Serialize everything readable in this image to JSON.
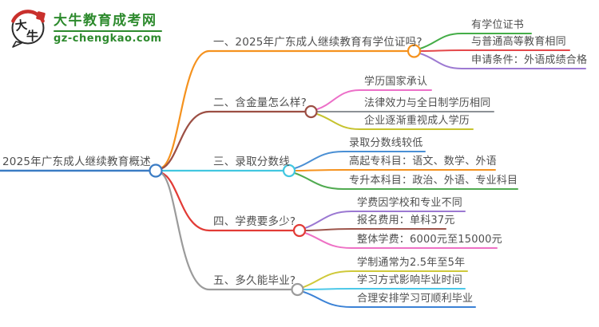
{
  "logo": {
    "badge_text_top": "大",
    "badge_text_bottom": "牛",
    "site_name": "大牛教育成考网",
    "site_url": "gz-chengkao.com",
    "brand_green": "#2d8a2d",
    "brand_red": "#c9302c",
    "badge_ink": "#222222"
  },
  "mindmap": {
    "text_color": "#4f4f4f",
    "root": {
      "label": "2025年广东成人继续教育概述",
      "color": "#3b7cc4"
    },
    "branches": [
      {
        "title": "一、2025年广东成人继续教育有学位证吗?",
        "color": "#f5921e",
        "children": [
          {
            "label": "有学位证书",
            "color": "#44ad47"
          },
          {
            "label": "与普通高等教育相同",
            "color": "#e4484a"
          },
          {
            "label": "申请条件：外语成绩合格",
            "color": "#9d7ad2"
          }
        ]
      },
      {
        "title": "二、含金量怎么样?",
        "color": "#9c4f44",
        "children": [
          {
            "label": "学历国家承认",
            "color": "#ec6fc8"
          },
          {
            "label": "法律效力与全日制学历相同",
            "color": "#8c9196"
          },
          {
            "label": "企业逐渐重视成人学历",
            "color": "#c6c32e"
          }
        ]
      },
      {
        "title": "三、录取分数线",
        "color": "#42c7e0",
        "children": [
          {
            "label": "录取分数线较低",
            "color": "#4a8fd4"
          },
          {
            "label": "高起专科目：语文、数学、外语",
            "color": "#f5921e"
          },
          {
            "label": "专升本科目：政治、外语、专业科目",
            "color": "#51ab51"
          }
        ]
      },
      {
        "title": "四、学费要多少?",
        "color": "#e23b36",
        "children": [
          {
            "label": "学费因学校和专业不同",
            "color": "#9b78d2"
          },
          {
            "label": "报名费用：单科37元",
            "color": "#9d554b"
          },
          {
            "label": "整体学费：6000元至15000元",
            "color": "#ee71c5"
          }
        ]
      },
      {
        "title": "五、多久能毕业?",
        "color": "#9b9b9b",
        "children": [
          {
            "label": "学制通常为2.5年至5年",
            "color": "#cfc93a"
          },
          {
            "label": "学习方式影响毕业时间",
            "color": "#4cc8e8"
          },
          {
            "label": "合理安排学习可顺利毕业",
            "color": "#3b82d6"
          }
        ]
      }
    ]
  }
}
